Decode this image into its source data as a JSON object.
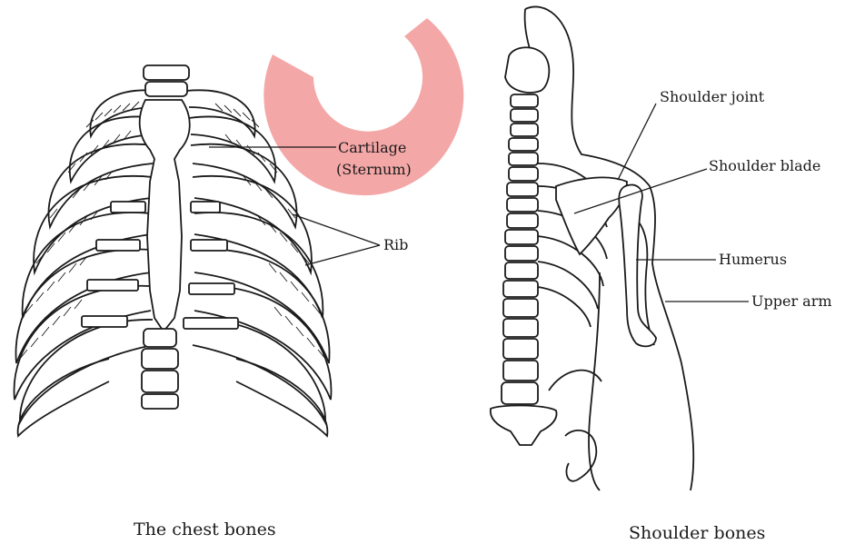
{
  "watermark": {
    "color": "#f08a8a"
  },
  "left_figure": {
    "caption": "The chest bones",
    "labels": {
      "cartilage": "Cartilage",
      "sternum": "(Sternum)",
      "rib": "Rib"
    }
  },
  "right_figure": {
    "caption": "Shoulder bones",
    "labels": {
      "shoulder_joint": "Shoulder joint",
      "shoulder_blade": "Shoulder blade",
      "humerus": "Humerus",
      "upper_arm": "Upper arm"
    }
  }
}
